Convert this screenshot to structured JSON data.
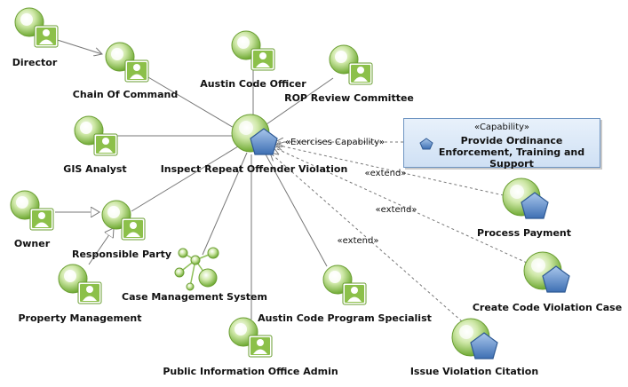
{
  "actors": {
    "director": "Director",
    "chain_of_command": "Chain Of Command",
    "austin_code_officer": "Austin Code Officer",
    "rop_review_committee": "ROP Review Committee",
    "gis_analyst": "GIS Analyst",
    "owner": "Owner",
    "responsible_party": "Responsible Party",
    "property_management": "Property Management",
    "case_management_system": "Case Management System",
    "public_information_office_admin": "Public Information Office Admin",
    "austin_code_program_specialist": "Austin Code Program Specialist"
  },
  "use_cases": {
    "inspect_repeat_offender_violation": "Inspect Repeat Offender Violation",
    "process_payment": "Process Payment",
    "create_code_violation_case": "Create Code Violation Case",
    "issue_violation_citation": "Issue Violation Citation"
  },
  "capability": {
    "stereotype": "«Capability»",
    "name": "Provide Ordinance Enforcement, Training and Support"
  },
  "relations": {
    "exercises_capability": "«Exercises Capability»",
    "extend_1": "«extend»",
    "extend_2": "«extend»",
    "extend_3": "«extend»"
  },
  "colors": {
    "actor_green": "#7fbf3f",
    "usecase_blue": "#4f7fc4",
    "capability_border": "#6f95c2"
  }
}
